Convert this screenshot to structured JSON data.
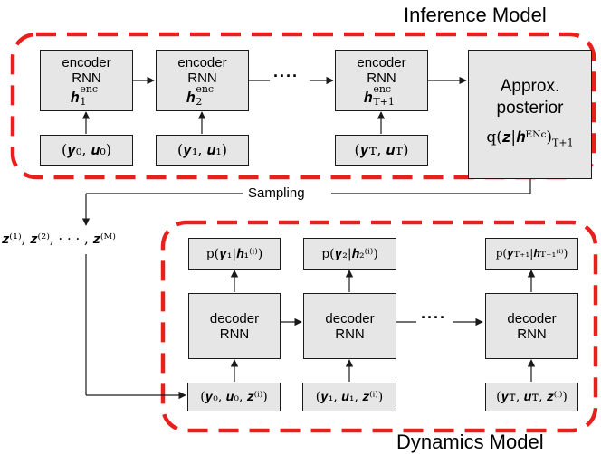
{
  "inference": {
    "title": "Inference Model",
    "encoders": [
      {
        "line1": "encoder",
        "line2": "RNN",
        "h": "𝒉",
        "sub": "1",
        "sup": "enc"
      },
      {
        "line1": "encoder",
        "line2": "RNN",
        "h": "𝒉",
        "sub": "2",
        "sup": "enc"
      },
      {
        "line1": "encoder",
        "line2": "RNN",
        "h": "𝒉",
        "sub": "T+1",
        "sup": "enc"
      }
    ],
    "inputs": [
      "(𝒚₀, 𝒖₀)",
      "(𝒚₁, 𝒖₁)",
      "(𝒚ᴛ, 𝒖ᴛ)"
    ],
    "dots": "····",
    "posterior": {
      "line1": "Approx.",
      "line2": "posterior",
      "formula": "q(𝒛|𝒉ᴱᴺᶜ)",
      "sub": "T+1"
    }
  },
  "sampling": {
    "label": "Sampling",
    "samples": "𝒛⁽¹⁾, 𝒛⁽²⁾, · · · , 𝒛⁽ᴹ⁾"
  },
  "dynamics": {
    "title": "Dynamics Model",
    "outputs": [
      "p(𝒚₁|𝒉₁⁽ⁱ⁾)",
      "p(𝒚₂|𝒉₂⁽ⁱ⁾)",
      "p(𝒚ᴛ₊₁|𝒉ᴛ₊₁⁽ⁱ⁾)"
    ],
    "decoders": [
      {
        "line1": "decoder",
        "line2": "RNN"
      },
      {
        "line1": "decoder",
        "line2": "RNN"
      },
      {
        "line1": "decoder",
        "line2": "RNN"
      }
    ],
    "inputs": [
      "(𝒚₀, 𝒖₀, 𝒛⁽ⁱ⁾)",
      "(𝒚₁, 𝒖₁, 𝒛⁽ⁱ⁾)",
      "(𝒚ᴛ, 𝒖ᴛ, 𝒛⁽ⁱ⁾)"
    ],
    "dots": "····"
  },
  "colors": {
    "dashed_border": "#e8201c",
    "box_fill": "#e6e6e6",
    "line": "#1a1a1a"
  }
}
